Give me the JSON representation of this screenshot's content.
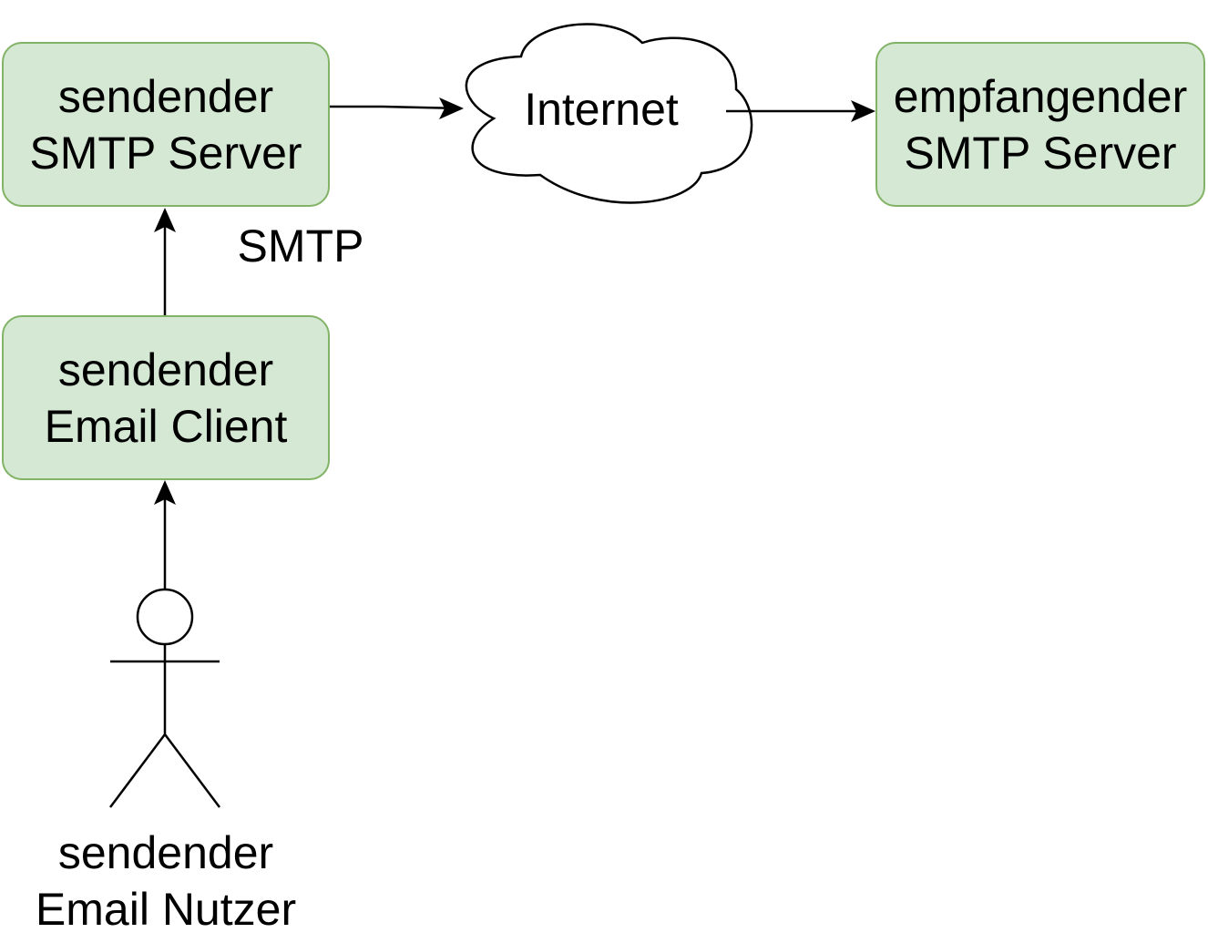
{
  "nodes": {
    "sender_server": {
      "line1": "sendender",
      "line2": "SMTP Server"
    },
    "internet": {
      "label": "Internet"
    },
    "receiver_server": {
      "line1": "empfangender",
      "line2": "SMTP Server"
    },
    "sender_client": {
      "line1": "sendender",
      "line2": "Email Client"
    },
    "sender_user": {
      "line1": "sendender",
      "line2": "Email Nutzer"
    }
  },
  "edges": {
    "client_to_server_label": "SMTP"
  },
  "colors": {
    "node_fill": "#d5e8d4",
    "node_stroke": "#82b366",
    "line": "#000000"
  }
}
